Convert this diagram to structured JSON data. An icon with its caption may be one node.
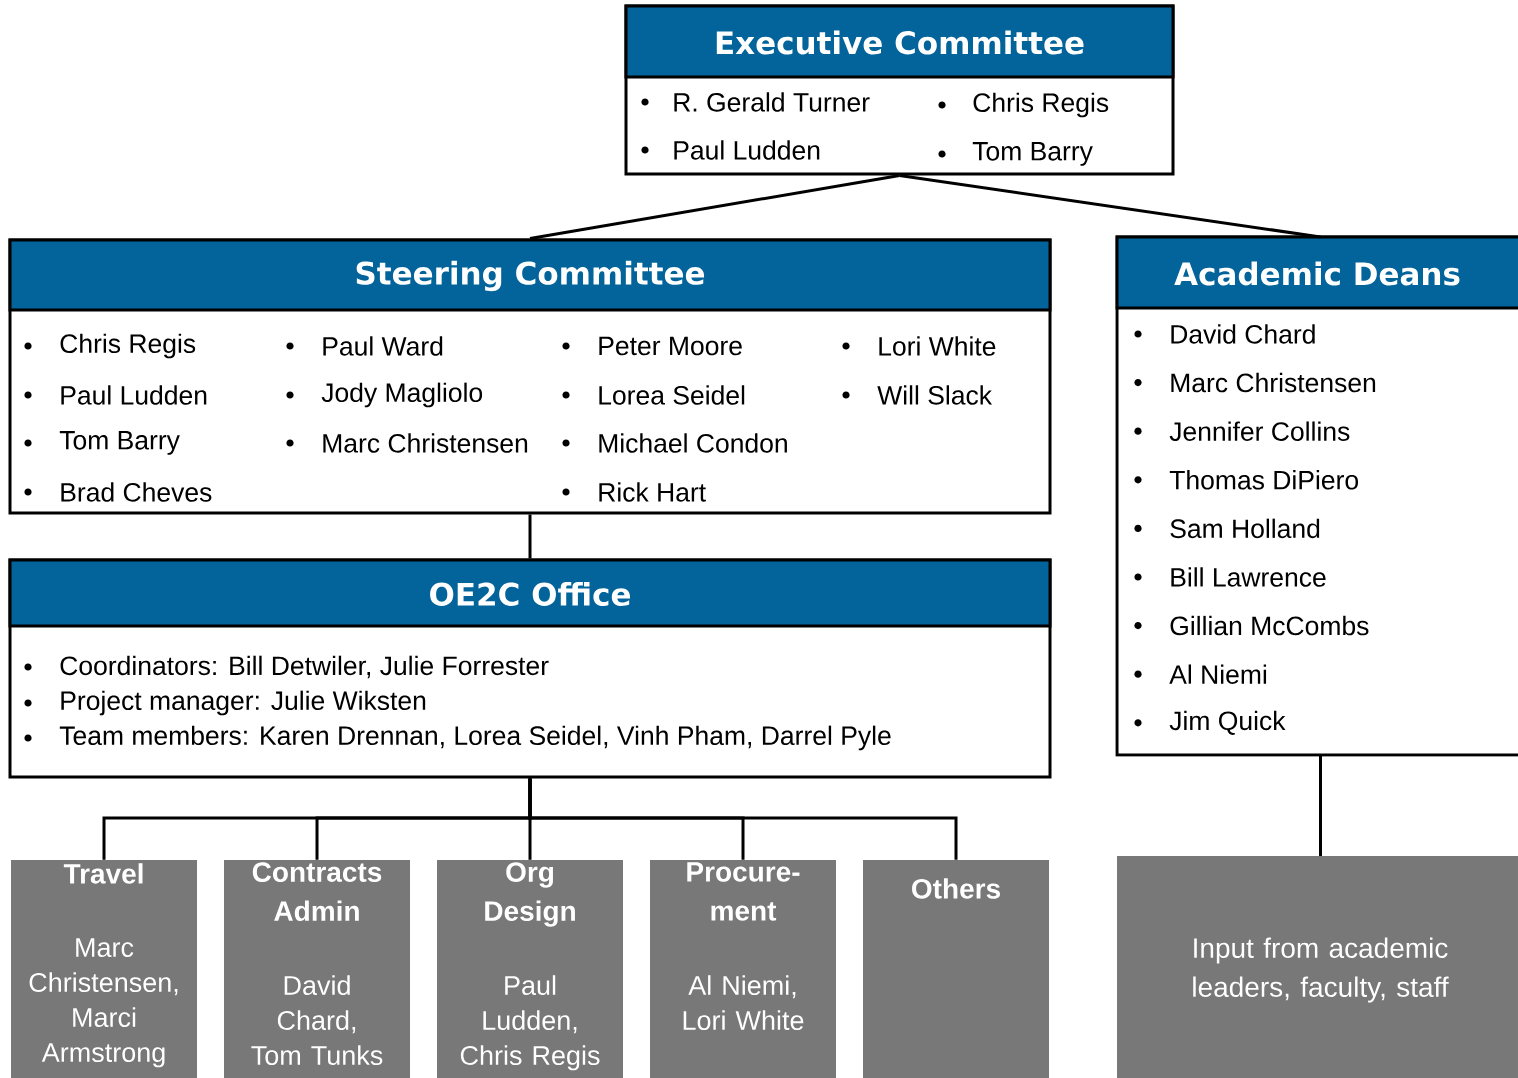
{
  "diagram": {
    "nodes": [
      {
        "text": [
          "Executive Committee",
          "R. Gerald Turner",
          "Paul Ludden",
          "Chris Regis",
          "Tom Barry"
        ]
      },
      {
        "text": [
          "Steering Committee",
          "Chris Regis",
          "Paul Ludden",
          "Tom Barry",
          "Brad Cheves",
          "Paul Ward",
          "Jody Magliolo",
          "Marc Christensen",
          "Peter Moore",
          "Lorea Seidel",
          "Michael Condon",
          "Rick Hart",
          "Lori White",
          "Will Slack"
        ]
      },
      {
        "text": [
          "Academic Deans",
          "David Chard",
          "Marc Christensen",
          "Jennifer Collins",
          "Thomas DiPiero",
          "Sam Holland",
          "Bill Lawrence",
          "Gillian McCombs",
          "Al Niemi",
          "Jim Quick"
        ]
      },
      {
        "text": [
          "OE2C Office",
          "Coordinators: Bill Detwiler, Julie Forrester",
          "Project manager: Julie Wiksten",
          "Team members: Karen Drennan, Lorea Seidel, Vinh Pham, Darrel Pyle"
        ]
      },
      {
        "text": [
          "Travel",
          "Marc Christensen, Marci Armstrong"
        ]
      },
      {
        "text": [
          "Contracts Admin",
          "David Chard, Tom Tunks"
        ]
      },
      {
        "text": [
          "Org Design",
          "Paul Ludden, Chris Regis"
        ]
      },
      {
        "text": [
          "Procure-ment",
          "Al Niemi, Lori White"
        ]
      },
      {
        "text": [
          "Others"
        ]
      },
      {
        "text": [
          "Input from academic leaders, faculty, staff"
        ]
      }
    ],
    "edges": [
      {
        "from": 0,
        "to": 1,
        "arrow": "none"
      },
      {
        "from": 0,
        "to": 2,
        "arrow": "none"
      },
      {
        "from": 1,
        "to": 3,
        "arrow": "none"
      },
      {
        "from": 3,
        "to": 4,
        "arrow": "none"
      },
      {
        "from": 3,
        "to": 5,
        "arrow": "none"
      },
      {
        "from": 3,
        "to": 6,
        "arrow": "none"
      },
      {
        "from": 3,
        "to": 7,
        "arrow": "none"
      },
      {
        "from": 3,
        "to": 8,
        "arrow": "none"
      },
      {
        "from": 2,
        "to": 9,
        "arrow": "none"
      }
    ]
  }
}
